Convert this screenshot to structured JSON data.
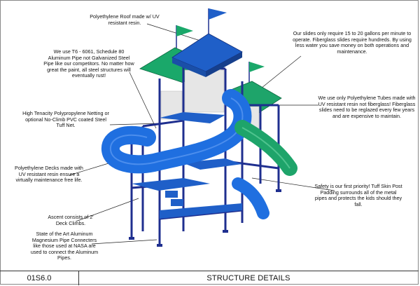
{
  "callouts": {
    "roof": "Polyethylene Roof made w/ UV resistant resin.",
    "slides_water": "Our slides only require 15 to 20 gallons per minute to operate. Fiberglass slides require hundreds. By using less water you save money on both operations and maintenance.",
    "aluminum_pipe": "We use T6 - 6061, Schedule 80 Aluminum Pipe not Galvanized Steel Pipe like our competitors. No matter how great the paint, all steel structures will eventually rust!",
    "netting": "High Tenacity Polypropylene Netting or optional No-Climb PVC coated Steel Tuff Net.",
    "tubes": "We use only Polyethylene Tubes made with UV resistant resin not fiberglass! Fiberglass slides need to be reglazed every few years and are expensive to maintain.",
    "decks": "Polyethylene Decks made with UV resistant resin ensure a virtually maintenance free life.",
    "safety": "Safety is our first priority! Tuff Skin Post Padding surrounds all of the metal pipes and protects the kids should they fall.",
    "ascent": "Ascent consists of 2' Deck Climbs.",
    "connecters": "State of the Art Aluminum Magnesium Pipe Connecters like those used at NASA are used to connect the Aluminum Pipes."
  },
  "footer": {
    "code": "01S6.0",
    "title": "STRUCTURE DETAILS"
  },
  "colors": {
    "frame_blue": "#1f2f8f",
    "roof_blue": "#1f5fc8",
    "roof_green": "#1aa86a",
    "slide_blue": "#1f6fe0",
    "slide_green": "#1ea46a",
    "netting": "#c8c8c8"
  }
}
